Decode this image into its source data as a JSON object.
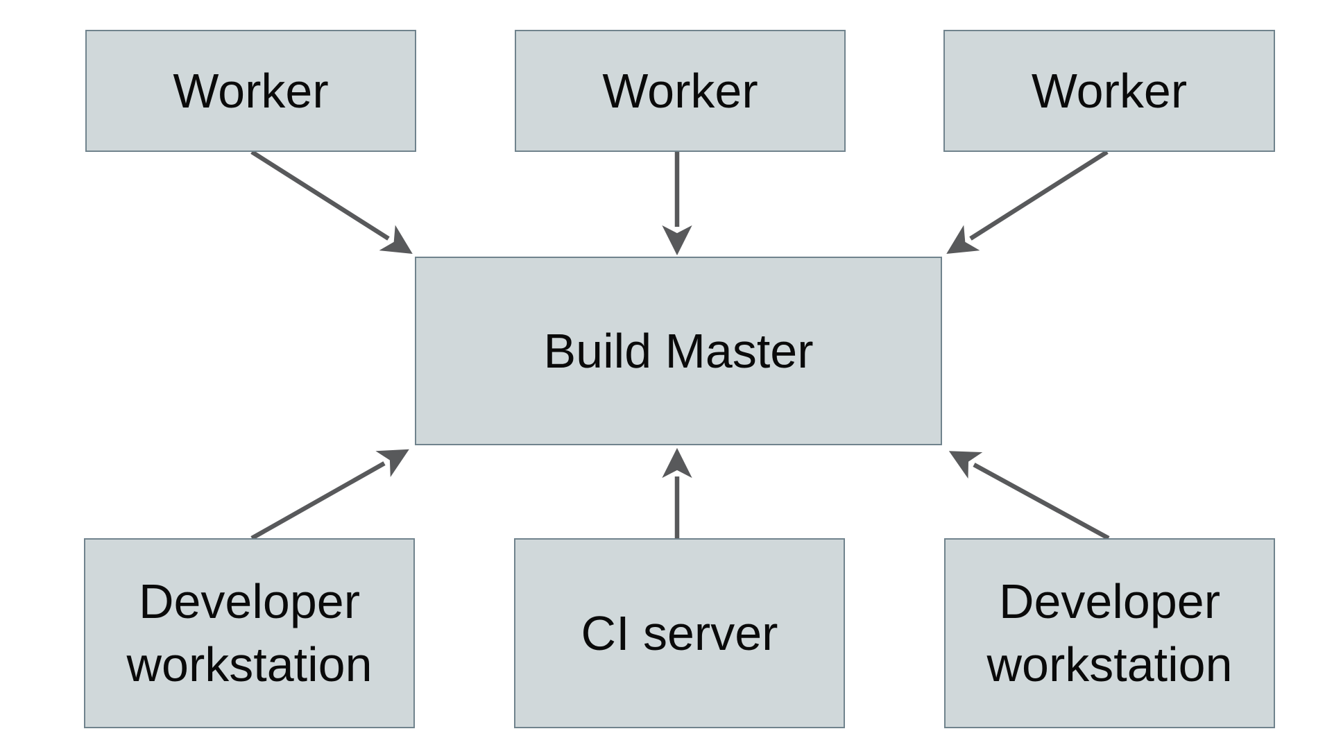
{
  "diagram": {
    "nodes": {
      "worker_1": {
        "label": "Worker"
      },
      "worker_2": {
        "label": "Worker"
      },
      "worker_3": {
        "label": "Worker"
      },
      "build_master": {
        "label": "Build Master"
      },
      "dev_workstation_left": {
        "label": "Developer workstation"
      },
      "ci_server": {
        "label": "CI server"
      },
      "dev_workstation_right": {
        "label": "Developer workstation"
      }
    },
    "edges": [
      {
        "from": "worker_1",
        "to": "build_master"
      },
      {
        "from": "worker_2",
        "to": "build_master"
      },
      {
        "from": "worker_3",
        "to": "build_master"
      },
      {
        "from": "dev_workstation_left",
        "to": "build_master"
      },
      {
        "from": "ci_server",
        "to": "build_master"
      },
      {
        "from": "dev_workstation_right",
        "to": "build_master"
      }
    ],
    "colors": {
      "background": "#ffffff",
      "node_fill": "#d0d8da",
      "node_border": "#70838d",
      "arrow": "#58595b",
      "text": "#0a0a0a"
    }
  }
}
